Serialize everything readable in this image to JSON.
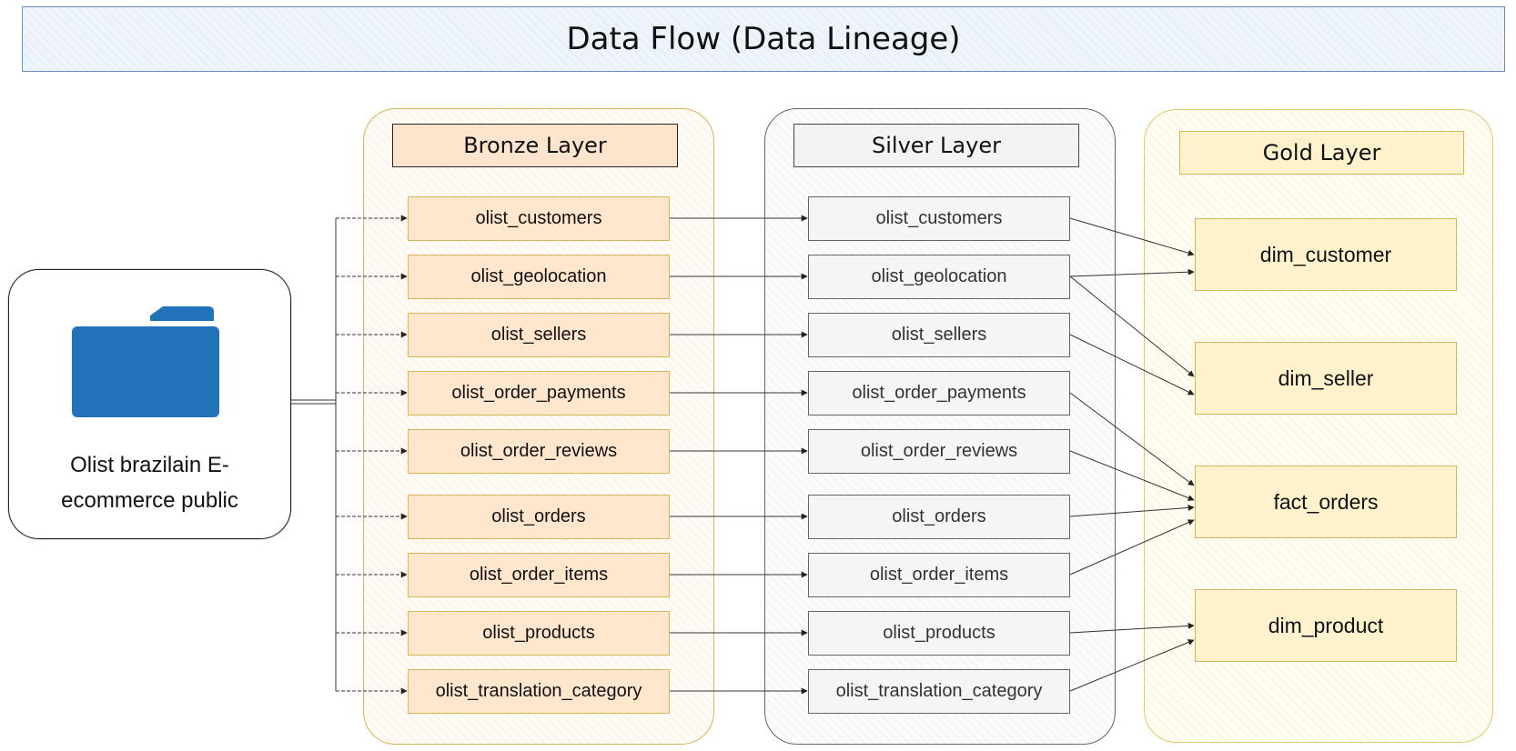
{
  "title": "Data Flow (Data Lineage)",
  "source": {
    "label": "Olist brazilain E-ecommerce public",
    "icon": "folder-icon",
    "icon_color": "#2272b9"
  },
  "layers": {
    "bronze": {
      "label": "Bronze Layer",
      "color": "#ffe6cc",
      "tables": [
        "olist_customers",
        "olist_geolocation",
        "olist_sellers",
        "olist_order_payments",
        "olist_order_reviews",
        "olist_orders",
        "olist_order_items",
        "olist_products",
        "olist_translation_category"
      ]
    },
    "silver": {
      "label": "Silver Layer",
      "color": "#f5f5f5",
      "tables": [
        "olist_customers",
        "olist_geolocation",
        "olist_sellers",
        "olist_order_payments",
        "olist_order_reviews",
        "olist_orders",
        "olist_order_items",
        "olist_products",
        "olist_translation_category"
      ]
    },
    "gold": {
      "label": "Gold Layer",
      "color": "#fff2cc",
      "tables": [
        "dim_customer",
        "dim_seller",
        "fact_orders",
        "dim_product"
      ]
    }
  },
  "flows": {
    "silver_to_gold": [
      {
        "from": "olist_customers",
        "to": "dim_customer"
      },
      {
        "from": "olist_geolocation",
        "to": "dim_customer"
      },
      {
        "from": "olist_geolocation",
        "to": "dim_seller"
      },
      {
        "from": "olist_sellers",
        "to": "dim_seller"
      },
      {
        "from": "olist_order_payments",
        "to": "fact_orders"
      },
      {
        "from": "olist_order_reviews",
        "to": "fact_orders"
      },
      {
        "from": "olist_orders",
        "to": "fact_orders"
      },
      {
        "from": "olist_order_items",
        "to": "fact_orders"
      },
      {
        "from": "olist_products",
        "to": "dim_product"
      },
      {
        "from": "olist_translation_category",
        "to": "dim_product"
      }
    ]
  }
}
